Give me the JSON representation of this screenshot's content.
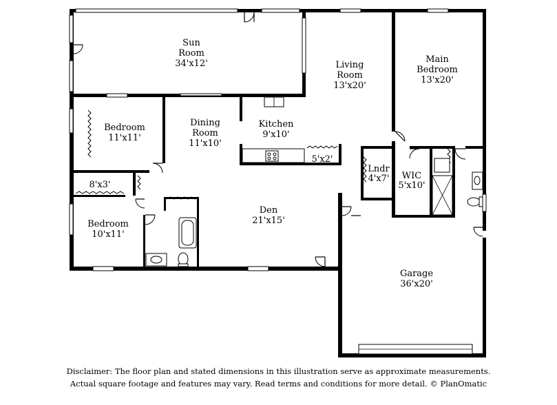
{
  "rooms": {
    "sun_room": {
      "name": "Sun\nRoom",
      "dims": "34'x12'"
    },
    "living_room": {
      "name": "Living\nRoom",
      "dims": "13'x20'"
    },
    "main_bedroom": {
      "name": "Main\nBedroom",
      "dims": "13'x20'"
    },
    "bedroom_1": {
      "name": "Bedroom",
      "dims": "11'x11'"
    },
    "dining_room": {
      "name": "Dining\nRoom",
      "dims": "11'x10'"
    },
    "kitchen": {
      "name": "Kitchen",
      "dims": "9'x10'"
    },
    "pantry": {
      "name": "",
      "dims": "5'x2'"
    },
    "laundry": {
      "name": "Lndr",
      "dims": "4'x7'"
    },
    "wic": {
      "name": "WIC",
      "dims": "5'x10'"
    },
    "closet": {
      "name": "",
      "dims": "8'x3'"
    },
    "bedroom_2": {
      "name": "Bedroom",
      "dims": "10'x11'"
    },
    "den": {
      "name": "Den",
      "dims": "21'x15'"
    },
    "garage": {
      "name": "Garage",
      "dims": "36'x20'"
    }
  },
  "disclaimer": {
    "line1": "Disclaimer: The floor plan and stated dimensions in this illustration serve as approximate measurements.",
    "line2": "Actual square footage and features may vary. Read terms and conditions for more detail. © PlanOmatic"
  }
}
